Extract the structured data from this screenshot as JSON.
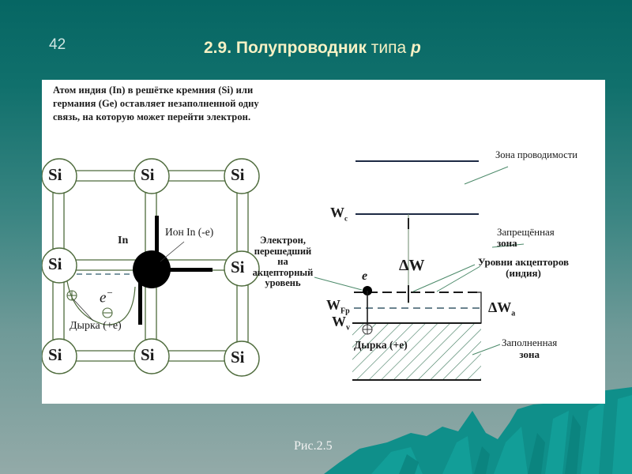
{
  "slide": {
    "number": "42",
    "title_bold": "2.9. Полупроводник",
    "title_regular": " типа ",
    "title_italic": "p",
    "caption": "Рис.2.5"
  },
  "colors": {
    "background_top": "#066663",
    "background_bottom": "#93aaa8",
    "title_text": "#f6f1c4",
    "panel": "#ffffff",
    "mountain_teal": "#109a95",
    "line_color": "#1a1a1a",
    "bond_outline": "#5c7a4a"
  },
  "diagram": {
    "intro_text": "Атом индия (In) в решётке кремния (Si) или германия (Ge) оставляет незаполненной одну связь, на которую может перейти электрон.",
    "lattice": {
      "atom_label": "Si",
      "atoms": [
        "Si",
        "Si",
        "Si",
        "Si",
        "Si",
        "Si",
        "Si",
        "Si"
      ],
      "center_atom_label": "In",
      "ion_label": "Ион In (-е)",
      "electron_label": "e",
      "electron_sign": "−",
      "hole_label": "Дырка (+е)"
    },
    "band": {
      "conduction_zone": "Зона проводимости",
      "wc_label": "W",
      "wc_sub": "c",
      "forbidden_zone_line1": "Запрещённая",
      "forbidden_zone_line2": "зона",
      "delta_w": "ΔW",
      "acceptor_levels_line1": "Уровни акцепторов",
      "acceptor_levels_line2": "(индия)",
      "electron_moved_line1": "Электрон,",
      "electron_moved_line2": "перешедший",
      "electron_moved_line3": "на",
      "electron_moved_line4": "акцепторный",
      "electron_moved_line5": "уровень",
      "electron_label": "e",
      "wfp_label": "W",
      "wfp_sub": "Fp",
      "delta_wa": "ΔW",
      "delta_wa_sub": "a",
      "wv_label": "W",
      "wv_sub": "v",
      "hole_label": "Дырка (+е)",
      "valence_zone_line1": "Заполненная",
      "valence_zone_line2": "зона"
    }
  }
}
